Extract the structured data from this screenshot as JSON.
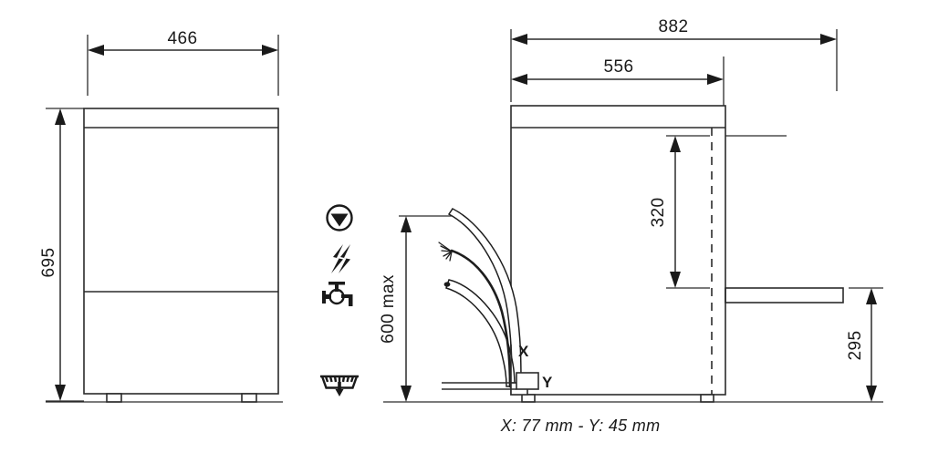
{
  "drawing": {
    "title": "Dishwasher technical dimension drawing",
    "units": "mm",
    "line_color": "#2b2b2b",
    "background": "#ffffff"
  },
  "front_view": {
    "name": "front-elevation",
    "dimensions": {
      "width_label": "466",
      "height_label": "695"
    }
  },
  "side_view": {
    "name": "side-elevation",
    "dimensions": {
      "overall_depth_label": "882",
      "body_depth_label": "556",
      "rack_height_label": "320",
      "shelf_height_label": "295",
      "hose_height_label": "600 max"
    },
    "callouts": {
      "x_label": "X",
      "y_label": "Y"
    }
  },
  "icons": [
    {
      "name": "drain-pump-icon",
      "label": "drain pump"
    },
    {
      "name": "electrical-icon",
      "label": "electrical supply"
    },
    {
      "name": "water-inlet-icon",
      "label": "water inlet"
    },
    {
      "name": "water-drain-icon",
      "label": "water drain"
    }
  ],
  "caption": {
    "text": "X: 77 mm - Y: 45 mm"
  }
}
